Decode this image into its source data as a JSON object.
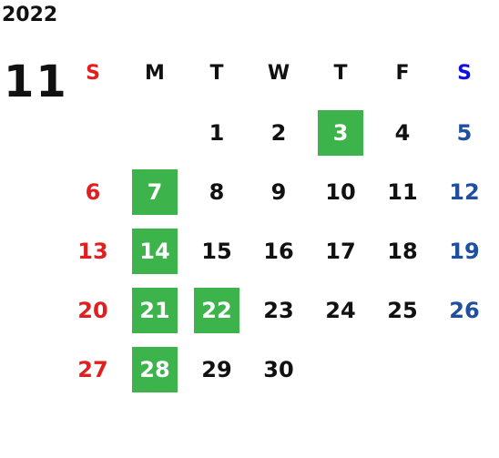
{
  "calendar": {
    "year": "2022",
    "month": "11",
    "weekdays": [
      "S",
      "M",
      "T",
      "W",
      "T",
      "F",
      "S"
    ],
    "leading_blank_days": 2,
    "days": [
      "1",
      "2",
      "3",
      "4",
      "5",
      "6",
      "7",
      "8",
      "9",
      "10",
      "11",
      "12",
      "13",
      "14",
      "15",
      "16",
      "17",
      "18",
      "19",
      "20",
      "21",
      "22",
      "23",
      "24",
      "25",
      "26",
      "27",
      "28",
      "29",
      "30"
    ],
    "highlighted_days": [
      "3",
      "7",
      "14",
      "21",
      "22",
      "28"
    ],
    "colors": {
      "highlight": "#3cb34b",
      "sunday": "#e02020",
      "saturday": "#1f4fa0",
      "saturday_header": "#1010e0",
      "text": "#111111"
    }
  }
}
